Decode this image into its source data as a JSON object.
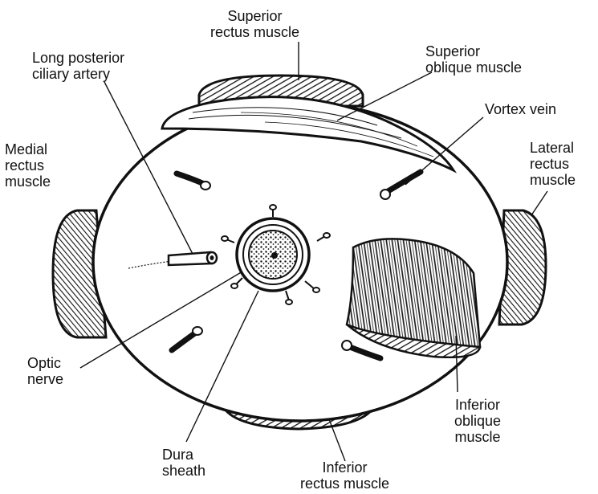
{
  "labels": {
    "superior_rectus": [
      "Superior",
      "rectus muscle"
    ],
    "long_posterior_ciliary": [
      "Long posterior",
      "ciliary artery"
    ],
    "superior_oblique": [
      "Superior",
      "oblique muscle"
    ],
    "medial_rectus": [
      "Medial",
      "rectus",
      "muscle"
    ],
    "vortex_vein": [
      "Vortex vein"
    ],
    "lateral_rectus": [
      "Lateral",
      "rectus",
      "muscle"
    ],
    "optic_nerve": [
      "Optic",
      "nerve"
    ],
    "inferior_oblique": [
      "Inferior",
      "oblique",
      "muscle"
    ],
    "dura_sheath": [
      "Dura",
      "sheath"
    ],
    "inferior_rectus": [
      "Inferior",
      "rectus muscle"
    ]
  },
  "colors": {
    "ink": "#111111",
    "paper": "#ffffff",
    "shade": "#d8d8d8"
  }
}
